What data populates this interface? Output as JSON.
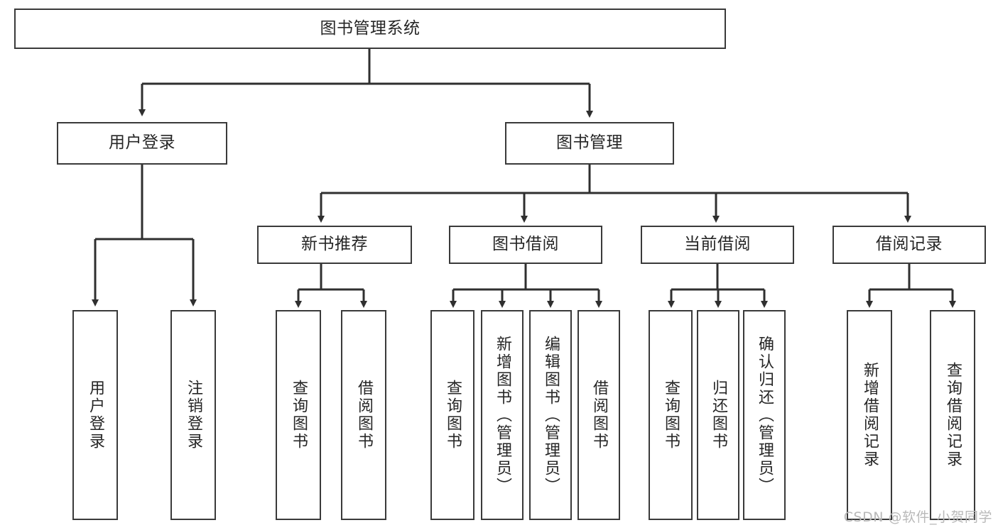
{
  "diagram": {
    "title_node": {
      "label": "图书管理系统"
    },
    "level2": [
      {
        "id": "user-login",
        "label": "用户登录"
      },
      {
        "id": "book-manage",
        "label": "图书管理"
      }
    ],
    "level3": [
      {
        "id": "new-book-recommend",
        "label": "新书推荐"
      },
      {
        "id": "book-borrow",
        "label": "图书借阅"
      },
      {
        "id": "current-borrow",
        "label": "当前借阅"
      },
      {
        "id": "borrow-record",
        "label": "借阅记录"
      }
    ],
    "leaves": [
      {
        "id": "leaf-user-login",
        "label": "用户登录",
        "parent": "user-login"
      },
      {
        "id": "leaf-user-logout",
        "label": "注销登录",
        "parent": "user-login"
      },
      {
        "id": "leaf-query-book-1",
        "label": "查询图书",
        "parent": "new-book-recommend"
      },
      {
        "id": "leaf-borrow-book-1",
        "label": "借阅图书",
        "parent": "new-book-recommend"
      },
      {
        "id": "leaf-query-book-2",
        "label": "查询图书",
        "parent": "book-borrow"
      },
      {
        "id": "leaf-add-book",
        "label": "新增图书（管理员）",
        "parent": "book-borrow"
      },
      {
        "id": "leaf-edit-book",
        "label": "编辑图书（管理员）",
        "parent": "book-borrow"
      },
      {
        "id": "leaf-borrow-book-2",
        "label": "借阅图书",
        "parent": "book-borrow"
      },
      {
        "id": "leaf-query-book-3",
        "label": "查询图书",
        "parent": "current-borrow"
      },
      {
        "id": "leaf-return-book",
        "label": "归还图书",
        "parent": "current-borrow"
      },
      {
        "id": "leaf-confirm-return",
        "label": "确认归还（管理员）",
        "parent": "current-borrow"
      },
      {
        "id": "leaf-add-record",
        "label": "新增借阅记录",
        "parent": "borrow-record"
      },
      {
        "id": "leaf-query-record",
        "label": "查询借阅记录",
        "parent": "borrow-record"
      }
    ],
    "watermark": "CSDN @软件_小贺同学",
    "colors": {
      "border": "#3a3a3a",
      "text": "#262626",
      "edge": "#2f2f2f",
      "background": "#ffffff",
      "watermark": "#b9b9b9"
    }
  }
}
